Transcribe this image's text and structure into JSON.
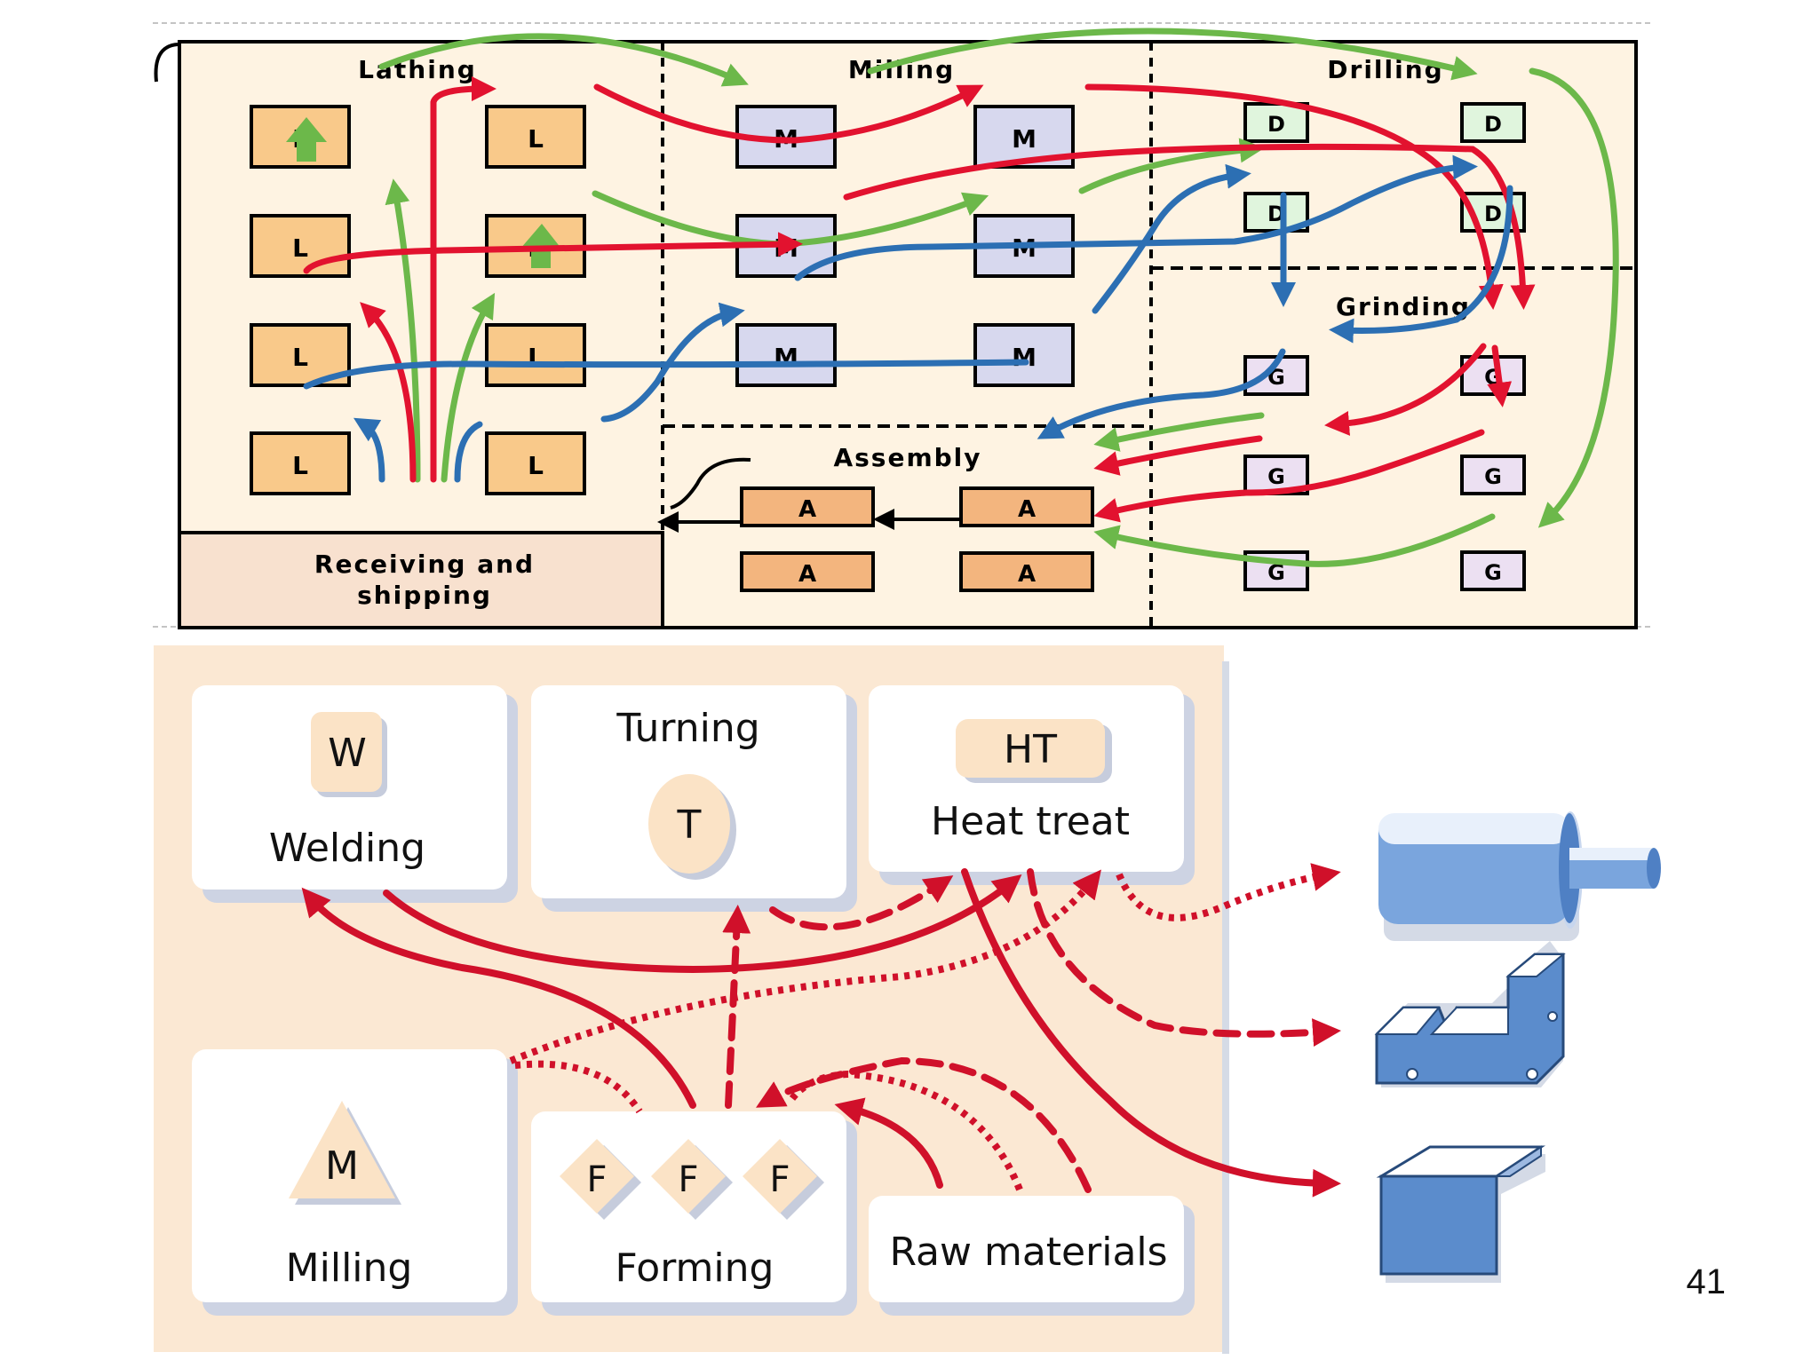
{
  "top": {
    "sections": {
      "lathing": "Lathing",
      "milling": "Milling",
      "drilling": "Drilling",
      "grinding": "Grinding",
      "assembly": "Assembly",
      "receiving_line1": "Receiving and",
      "receiving_line2": "shipping"
    },
    "machine_letters": {
      "lathe": "L",
      "mill": "M",
      "drill": "D",
      "grinder": "G",
      "assembly": "A"
    },
    "colors": {
      "background": "#fef3e2",
      "lathe_fill": "#f9c98a",
      "mill_fill": "#d7d8ee",
      "drill_fill": "#e0f5dd",
      "grinder_fill": "#ece0f2",
      "assembly_fill": "#f3b57e",
      "red": "#e2122f",
      "green": "#6cb84a",
      "blue": "#2c6fb3"
    }
  },
  "bottom": {
    "departments": {
      "welding_letter": "W",
      "welding": "Welding",
      "turning": "Turning",
      "turning_letter": "T",
      "heat_letter": "HT",
      "heat": "Heat treat",
      "milling_letter": "M",
      "milling": "Milling",
      "forming_letter": "F",
      "forming": "Forming",
      "raw": "Raw materials"
    },
    "colors": {
      "panel": "#fbe8d3",
      "card": "#ffffff",
      "red": "#d0102a",
      "part_blue": "#5b8ccc"
    }
  },
  "page_number": "41"
}
